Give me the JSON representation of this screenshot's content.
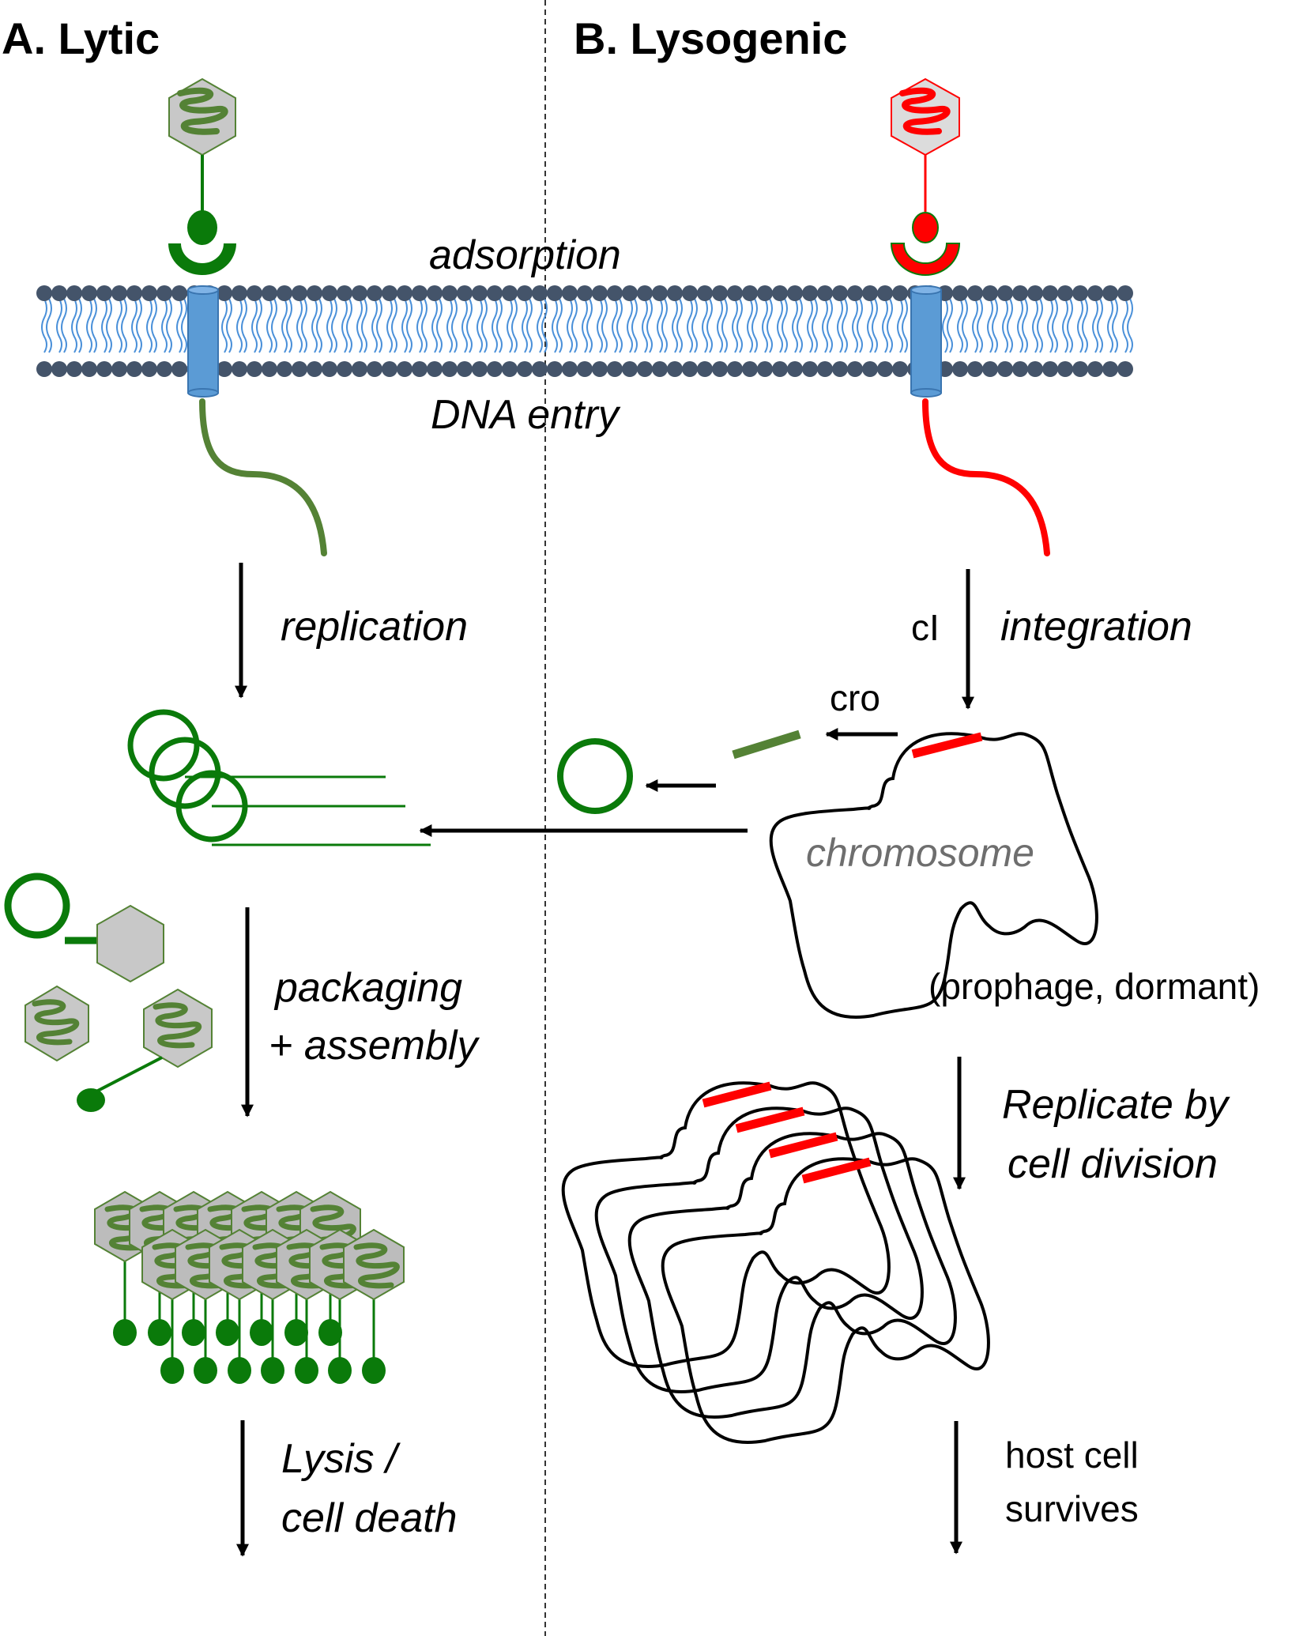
{
  "panels": {
    "lytic": {
      "title": "A. Lytic"
    },
    "lysogenic": {
      "title": "B. Lysogenic"
    }
  },
  "membrane": {
    "adsorption_label": "adsorption",
    "entry_label": "DNA entry"
  },
  "lytic_steps": {
    "replication": "replication",
    "packaging_line1": "packaging",
    "packaging_line2": "+ assembly",
    "lysis_line1": "Lysis /",
    "lysis_line2": "cell death"
  },
  "lysogenic_steps": {
    "integration": "integration",
    "ci_gene": "cI",
    "cro_gene": "cro",
    "chromosome_label": "chromosome",
    "prophage_label": "(prophage, dormant)",
    "replicate_line1": "Replicate by",
    "replicate_line2": "cell division",
    "survive_line1": "host cell",
    "survive_line2": "survives"
  },
  "colors": {
    "lytic_phage": "#548235",
    "lytic_dark": "#0a7a0a",
    "lysogenic_phage": "#ff0000",
    "gene_label": "#c55a11",
    "chromosome_text": "#6e6e6e",
    "membrane_head": "#44546a",
    "membrane_tail": "#4a90d9",
    "receptor": "#5b9bd5",
    "capsid_fill": "#c8c8c8"
  }
}
